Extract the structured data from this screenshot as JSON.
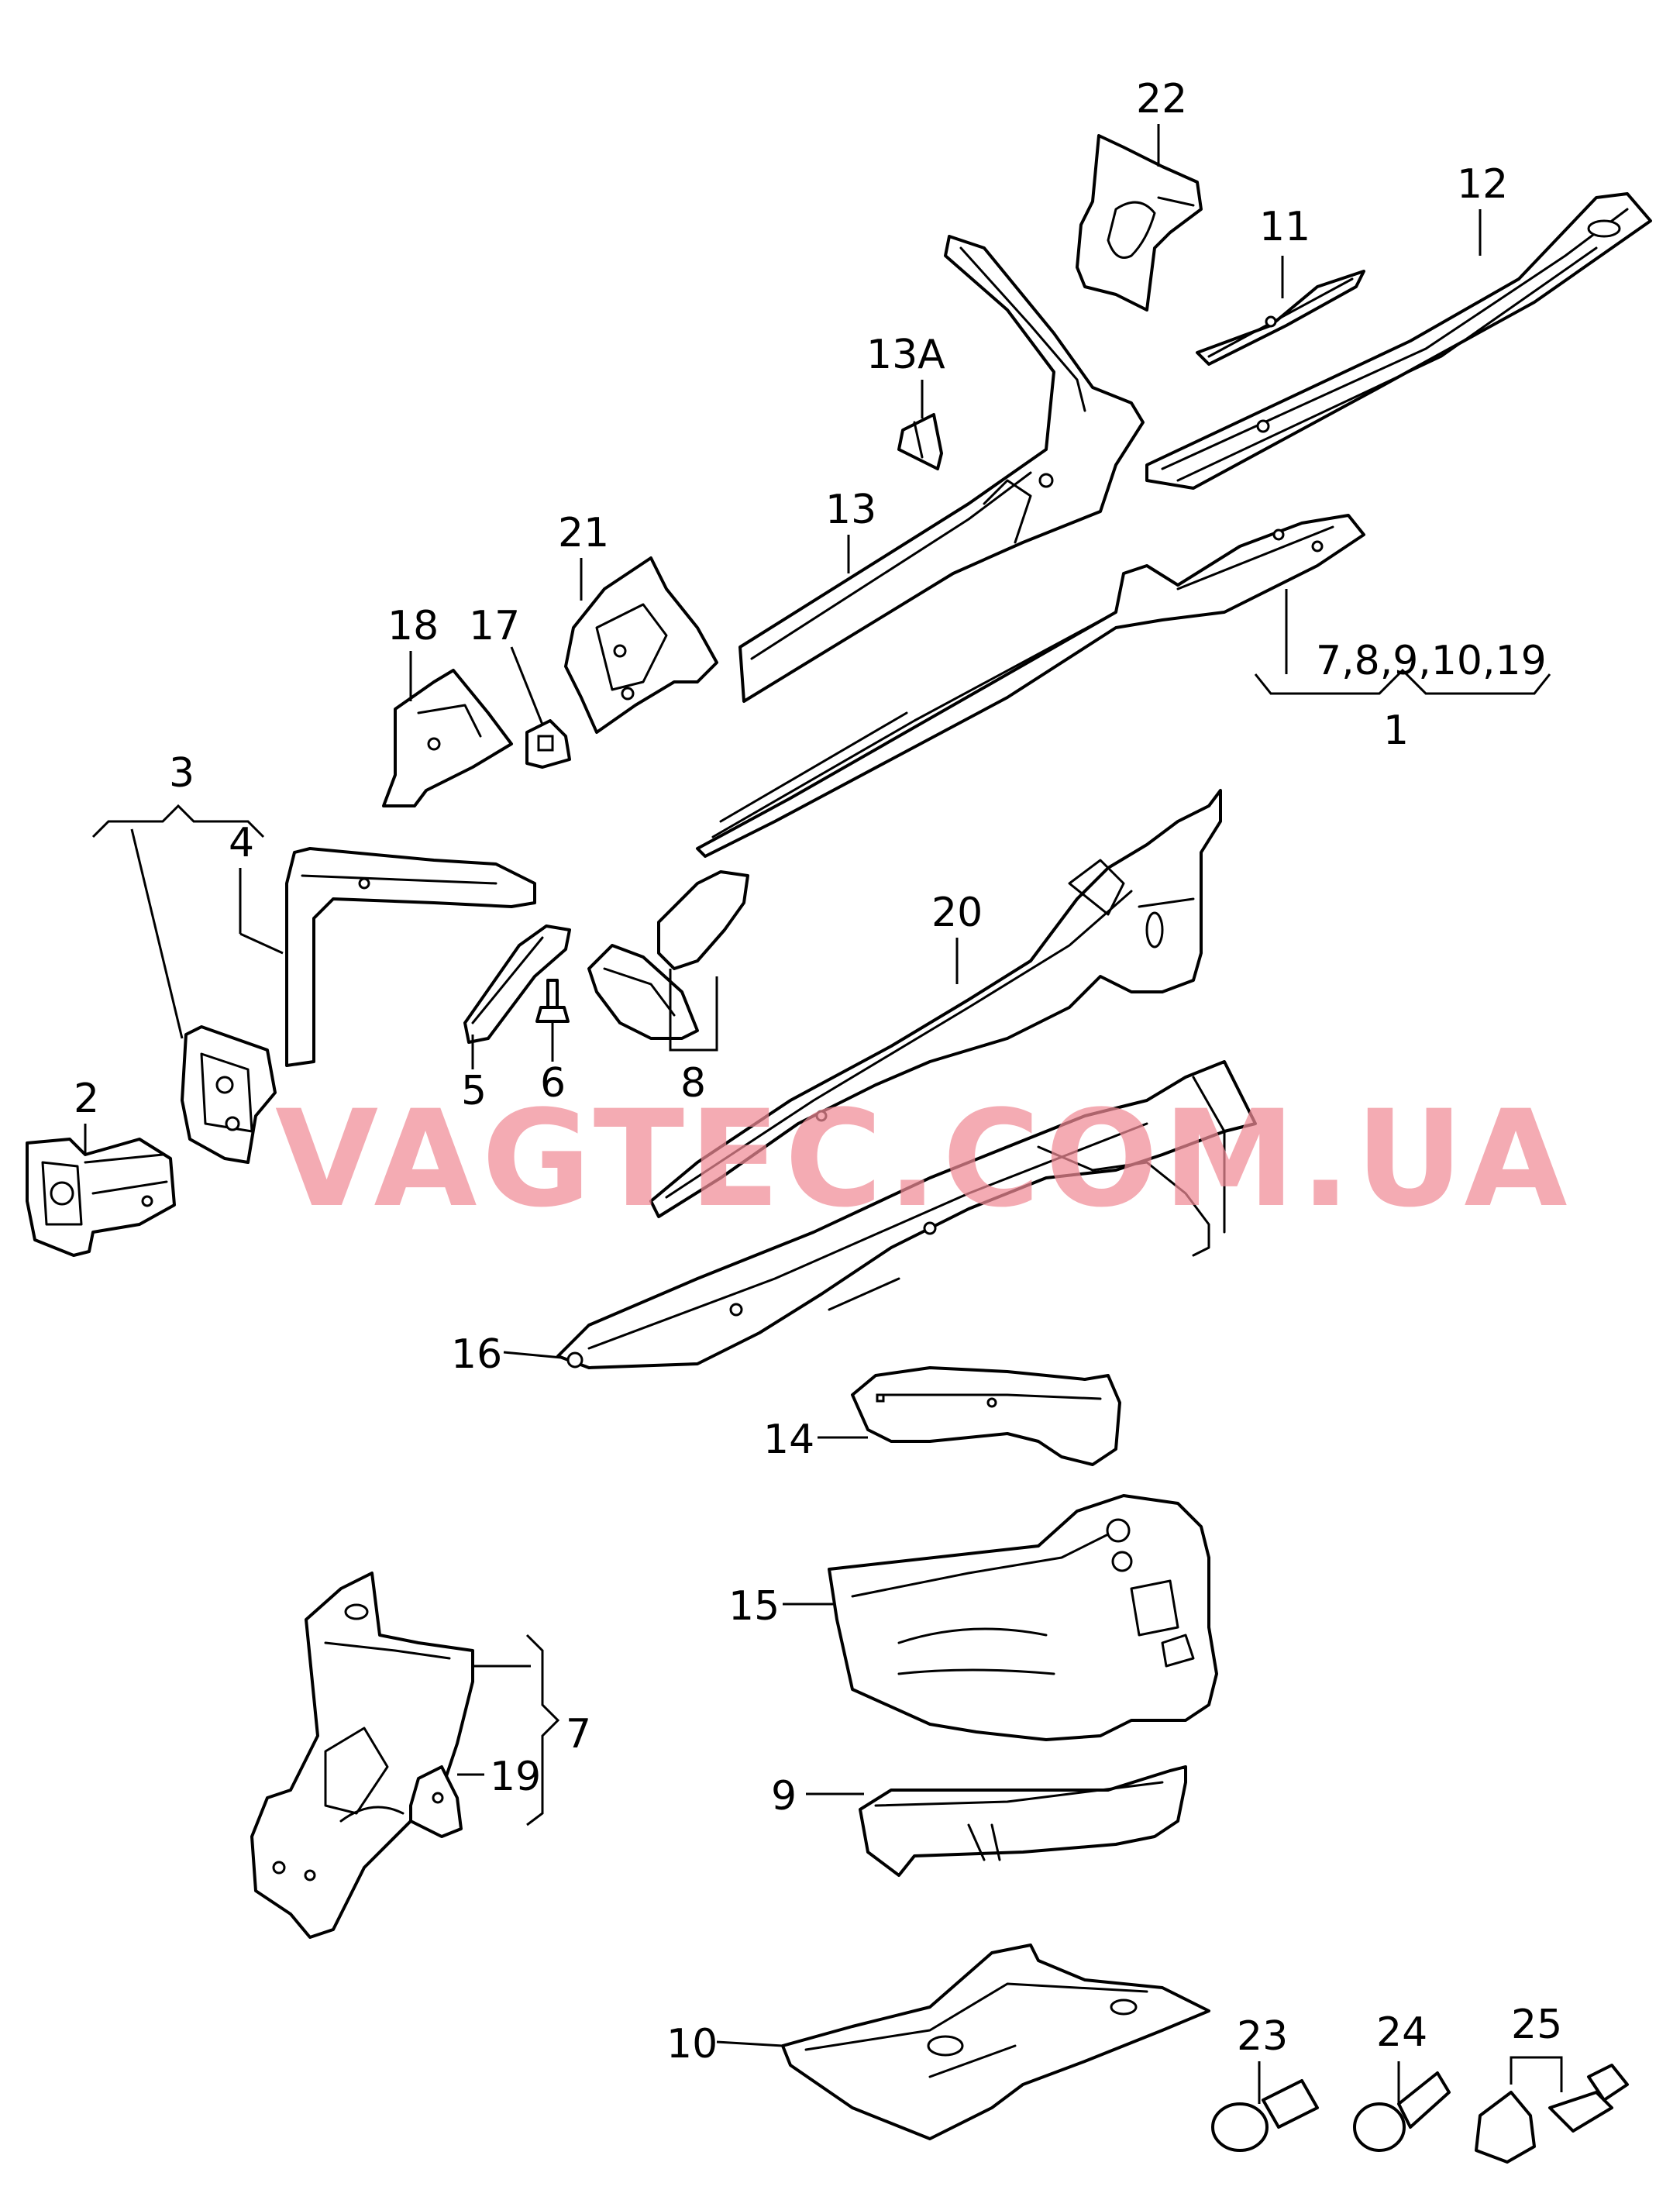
{
  "watermark": "VAGTEC.COM.UA",
  "watermark_color": "#f08a96",
  "callouts": {
    "c1": "1",
    "c2": "2",
    "c3": "3",
    "c4": "4",
    "c5": "5",
    "c6": "6",
    "c7": "7",
    "c8": "8",
    "c9": "9",
    "c10": "10",
    "c11": "11",
    "c12": "12",
    "c13": "13",
    "c13a": "13A",
    "c14": "14",
    "c15": "15",
    "c16": "16",
    "c17": "17",
    "c18": "18",
    "c19": "19",
    "c20": "20",
    "c21": "21",
    "c22": "22",
    "c23": "23",
    "c24": "24",
    "c25": "25",
    "group_1": "7,8,9,10,19",
    "group_7": "7"
  }
}
